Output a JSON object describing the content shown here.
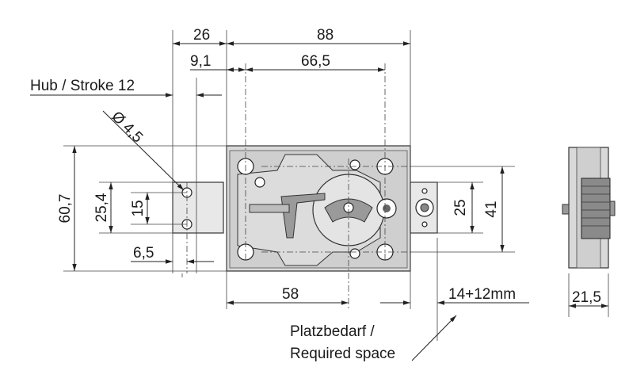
{
  "dimensions": {
    "width_26": "26",
    "width_88": "88",
    "offset_9_1": "9,1",
    "span_66_5": "66,5",
    "stroke_label": "Hub / Stroke 12",
    "hole_dia": "Ø 4,5",
    "height_60_7": "60,7",
    "height_25_4": "25,4",
    "spacing_15": "15",
    "offset_6_5": "6,5",
    "height_25": "25",
    "height_41": "41",
    "length_58": "58",
    "space_14_12": "14+12mm",
    "depth_21_5": "21,5"
  },
  "notes": {
    "required_space_line1": "Platzbedarf /",
    "required_space_line2": "Required space"
  }
}
